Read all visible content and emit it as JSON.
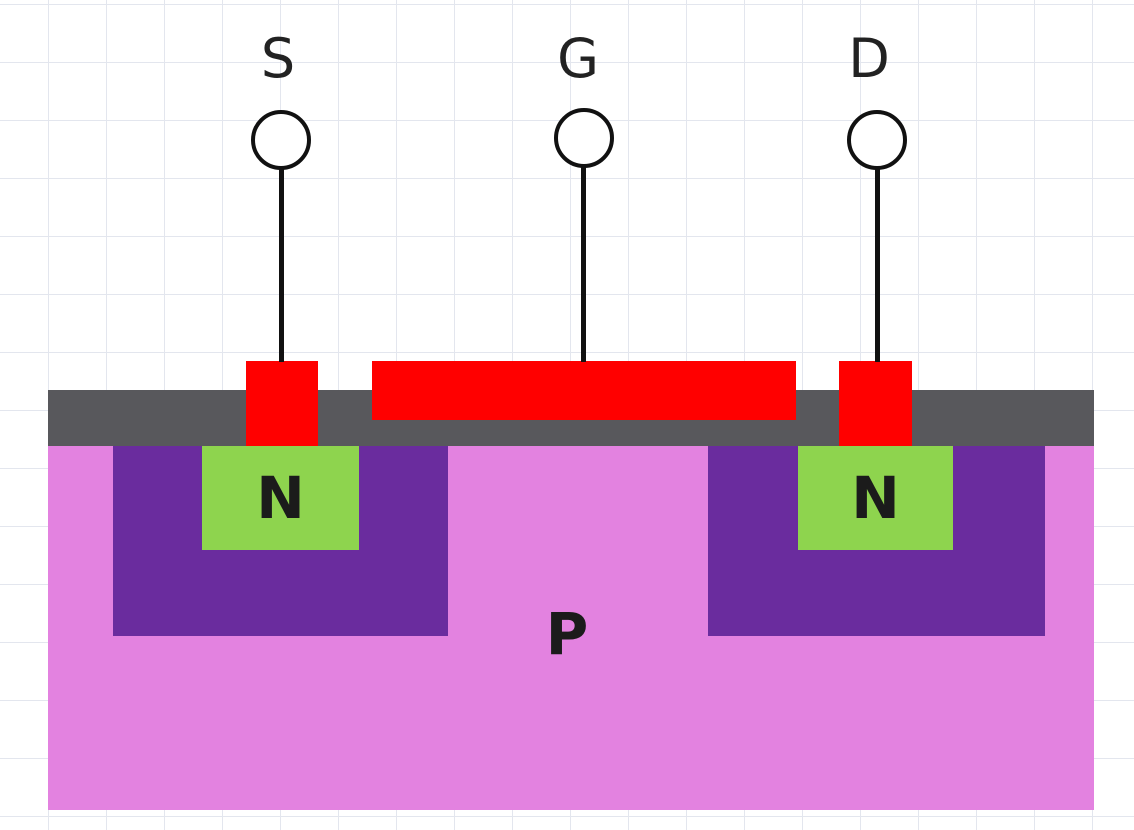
{
  "terminals": {
    "source": {
      "label": "S"
    },
    "gate": {
      "label": "G"
    },
    "drain": {
      "label": "D"
    }
  },
  "regions": {
    "source_n": "N",
    "drain_n": "N",
    "substrate": "P"
  },
  "colors": {
    "substrate": "#e382e0",
    "well": "#6a2c9e",
    "n_region": "#8ed44e",
    "oxide": "#58585c",
    "metal": "#ff0000",
    "grid": "#e3e6ee"
  }
}
